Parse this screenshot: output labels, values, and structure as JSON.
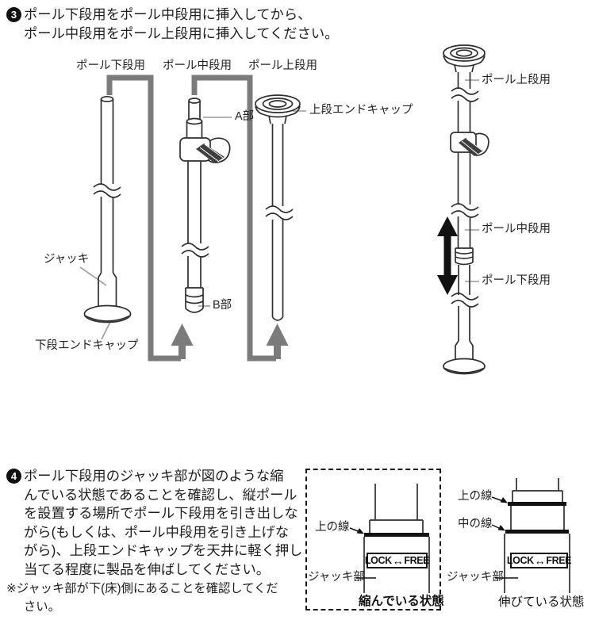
{
  "colors": {
    "ink": "#2f2f2f",
    "bracket_gray": "#7b7b7b",
    "leader_gray": "#9a9a9a",
    "black": "#111111"
  },
  "step3": {
    "number": "3",
    "lines": [
      "ポール下段用をポール中段用に挿入してから、",
      "ポール中段用をポール上段用に挿入してください。"
    ]
  },
  "parts_diagram": {
    "pole_lower_label": "ポール下段用",
    "pole_middle_label": "ポール中段用",
    "pole_upper_label": "ポール上段用",
    "part_a_label": "A部",
    "part_b_label": "B部",
    "upper_end_cap_label": "上段エンドキャップ",
    "jack_label": "ジャッキ",
    "lower_end_cap_label": "下段エンドキャップ"
  },
  "assembled_diagram": {
    "pole_upper_label": "ポール上段用",
    "pole_middle_label": "ポール中段用",
    "pole_lower_label": "ポール下段用"
  },
  "step4": {
    "number": "4",
    "lines": [
      "ポール下段用のジャッキ部が図のような縮",
      "んでいる状態であることを確認し、縦ポール",
      "を設置する場所でポール下段用を引き出しな",
      "がら(もしくは、ポール中段用を引き上げな",
      "がら)、上段エンドキャップを天井に軽く押し",
      "当てる程度に製品を伸ばしてください。"
    ],
    "note_lines": [
      "※ジャッキ部が下(床)側にあることを確認してくだ",
      "さい。"
    ]
  },
  "jack_states": {
    "compressed": {
      "upper_line_label": "上の線",
      "jack_part_label": "ジャッキ部",
      "lock_label": "LOCK",
      "arrow": "↔",
      "free_label": "FREE",
      "caption": "縮んでいる状態"
    },
    "extended": {
      "upper_line_label": "上の線",
      "middle_line_label": "中の線",
      "jack_part_label": "ジャッキ部",
      "lock_label": "LOCK",
      "arrow": "↔",
      "free_label": "FREE",
      "caption": "伸びている状態"
    }
  }
}
